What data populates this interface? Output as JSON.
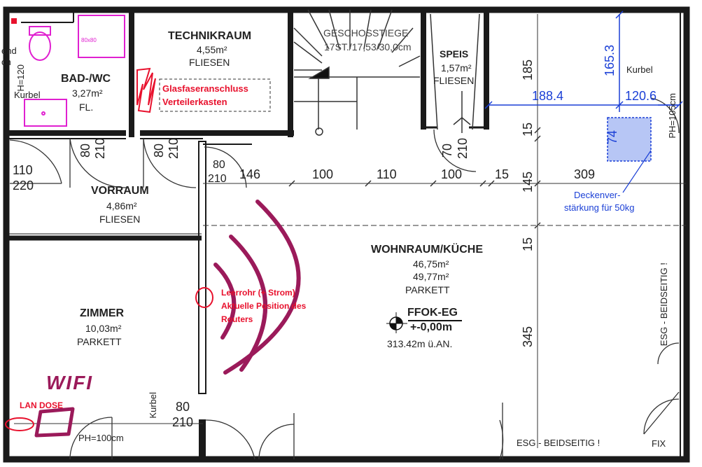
{
  "rooms": {
    "bad_wc": {
      "name": "BAD-/WC",
      "area": "3,27m²",
      "floor": "FL."
    },
    "technikraum": {
      "name": "TECHNIKRAUM",
      "area": "4,55m²",
      "floor": "FLIESEN"
    },
    "geschosstiege": {
      "name": "GESCHOSSTIEGE",
      "detail": "17ST./17,53/30,0cm"
    },
    "speis": {
      "name": "SPEIS",
      "area": "1,57m²",
      "floor": "FLIESEN"
    },
    "vorraum": {
      "name": "VORRAUM",
      "area": "4,86m²",
      "floor": "FLIESEN"
    },
    "wohnraum": {
      "name": "WOHNRAUM/KÜCHE",
      "area1": "46,75m²",
      "area2": "49,77m²",
      "floor": "PARKETT"
    },
    "zimmer": {
      "name": "ZIMMER",
      "area": "10,03m²",
      "floor": "PARKETT"
    }
  },
  "level": {
    "label": "FFOK-EG",
    "value": "+-0,00m",
    "abs": "313.42m ü.AN."
  },
  "doors": {
    "bad": {
      "w": "80",
      "h": "210"
    },
    "tech": {
      "w": "80",
      "h": "210"
    },
    "wohn": {
      "w": "80",
      "h": "210"
    },
    "speis": {
      "w": "70",
      "h": "210"
    },
    "entry": {
      "w": "110",
      "h": "220"
    },
    "zimmer": {
      "w": "80",
      "h": "210"
    }
  },
  "dimensions": {
    "d146": "146",
    "d100a": "100",
    "d110": "110",
    "d100b": "100",
    "d15a": "15",
    "d309": "309",
    "v185": "185",
    "v15a": "15",
    "v145": "145",
    "v15b": "15",
    "v345": "345"
  },
  "blue_dims": {
    "d188": "188.4",
    "d120": "120.6",
    "d165": "165.3",
    "d74": "74"
  },
  "labels": {
    "kurbel1": "Kurbel",
    "kurbel2": "Kurbel",
    "kurbel3": "Kurbel",
    "ph105": "PH=105cm",
    "ph100": "PH=100cm",
    "h120": "H=120",
    "esg1": "ESG - BEIDSEITIG !",
    "esg2": "ESG - BEIDSEITIG !",
    "fix": "FIX",
    "size80": "80x80",
    "edge1": "end",
    "edge2": "ch"
  },
  "deckenverstaerkung": {
    "line1": "Deckenver-",
    "line2": "stärkung für 50kg"
  },
  "annotations": {
    "glasfaser1": "Glasfaseranschluss",
    "glasfaser2": "Verteilerkasten",
    "leerrohr1": "Leerrohr (+ Strom)",
    "leerrohr2": "Aktuelle Position des",
    "leerrohr3": "Routers",
    "lan": "LAN DOSE",
    "wifi": "WIFI"
  },
  "colors": {
    "annotation_red": "#e8112d",
    "dimension_blue": "#1a3fd6",
    "handdrawn_purple": "#9b1a5a",
    "wall": "#1a1a1a",
    "sanitary_magenta": "#e020d0"
  }
}
